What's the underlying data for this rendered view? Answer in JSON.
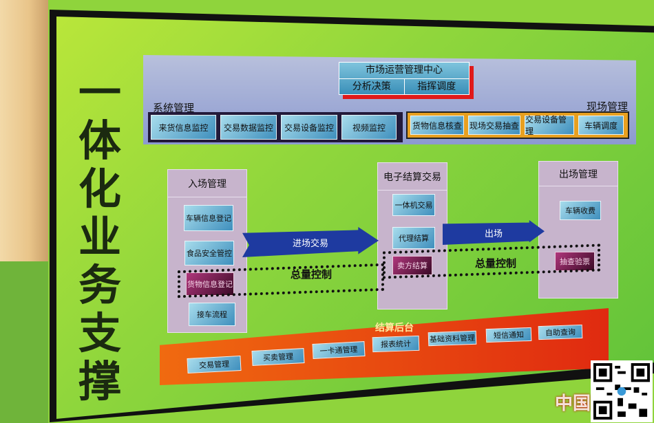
{
  "title": "一体化业务支撑",
  "center": {
    "title": "市场运营管理中心",
    "items": [
      "分析决策",
      "指挥调度"
    ]
  },
  "system": {
    "label": "系统管理",
    "items": [
      "来货信息监控",
      "交易数据监控",
      "交易设备监控",
      "视频监控"
    ]
  },
  "field": {
    "label": "现场管理",
    "items": [
      "货物信息核查",
      "现场交易抽查",
      "交易设备管理",
      "车辆调度"
    ]
  },
  "entry": {
    "label": "入场管理",
    "items": [
      "车辆信息登记",
      "食品安全管控",
      "货物信息登记",
      "接车流程"
    ]
  },
  "settle": {
    "label": "电子结算交易",
    "items": [
      "一体机交易",
      "代理结算",
      "卖方结算"
    ]
  },
  "exit": {
    "label": "出场管理",
    "items": [
      "车辆收费",
      "抽查验票"
    ]
  },
  "arrows": [
    "进场交易",
    "出场"
  ],
  "control": [
    "总量控制",
    "总量控制"
  ],
  "backend": {
    "label": "结算后台",
    "items": [
      "交易管理",
      "买卖管理",
      "一卡通管理",
      "报表统计",
      "基础资料管理",
      "短信通知",
      "自助查询"
    ]
  },
  "watermark": "中国"
}
